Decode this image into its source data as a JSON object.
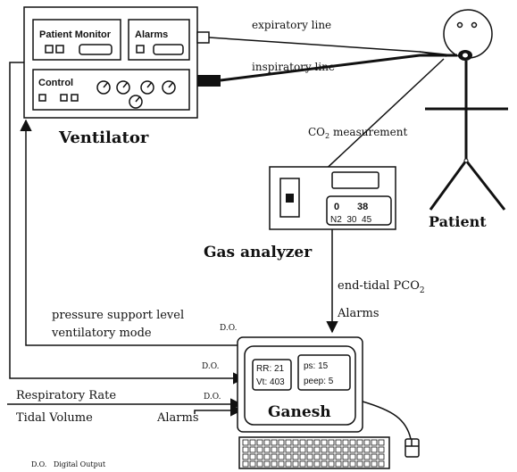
{
  "ventilator": {
    "title": "Ventilator",
    "patient_monitor_label": "Patient Monitor",
    "alarms_label": "Alarms",
    "control_label": "Control"
  },
  "lines": {
    "expiratory": "expiratory line",
    "inspiratory": "inspiratory line",
    "co2_prefix": "CO",
    "co2_sub": "2",
    "co2_suffix": " measurement"
  },
  "patient": {
    "label": "Patient"
  },
  "gas_analyzer": {
    "title": "Gas analyzer",
    "display_top_left": "0",
    "display_top_right": "38",
    "display_bottom": "N2  30  45"
  },
  "flows": {
    "endtidal_prefix": "end-tidal PCO",
    "endtidal_sub": "2",
    "alarms_from_analyzer": "Alarms",
    "pressure_support": "pressure support level",
    "ventilatory_mode": "ventilatory mode",
    "respiratory_rate": "Respiratory Rate",
    "tidal_volume": "Tidal Volume",
    "alarms_to_ganesh": "Alarms",
    "do_1": "D.O.",
    "do_2": "D.O.",
    "do_3": "D.O."
  },
  "ganesh": {
    "title": "Ganesh",
    "rr": "RR: 21",
    "vt": "Vt: 403",
    "ps": "ps: 15",
    "peep": "peep: 5"
  },
  "footnote": "D.O.   Digital Output"
}
